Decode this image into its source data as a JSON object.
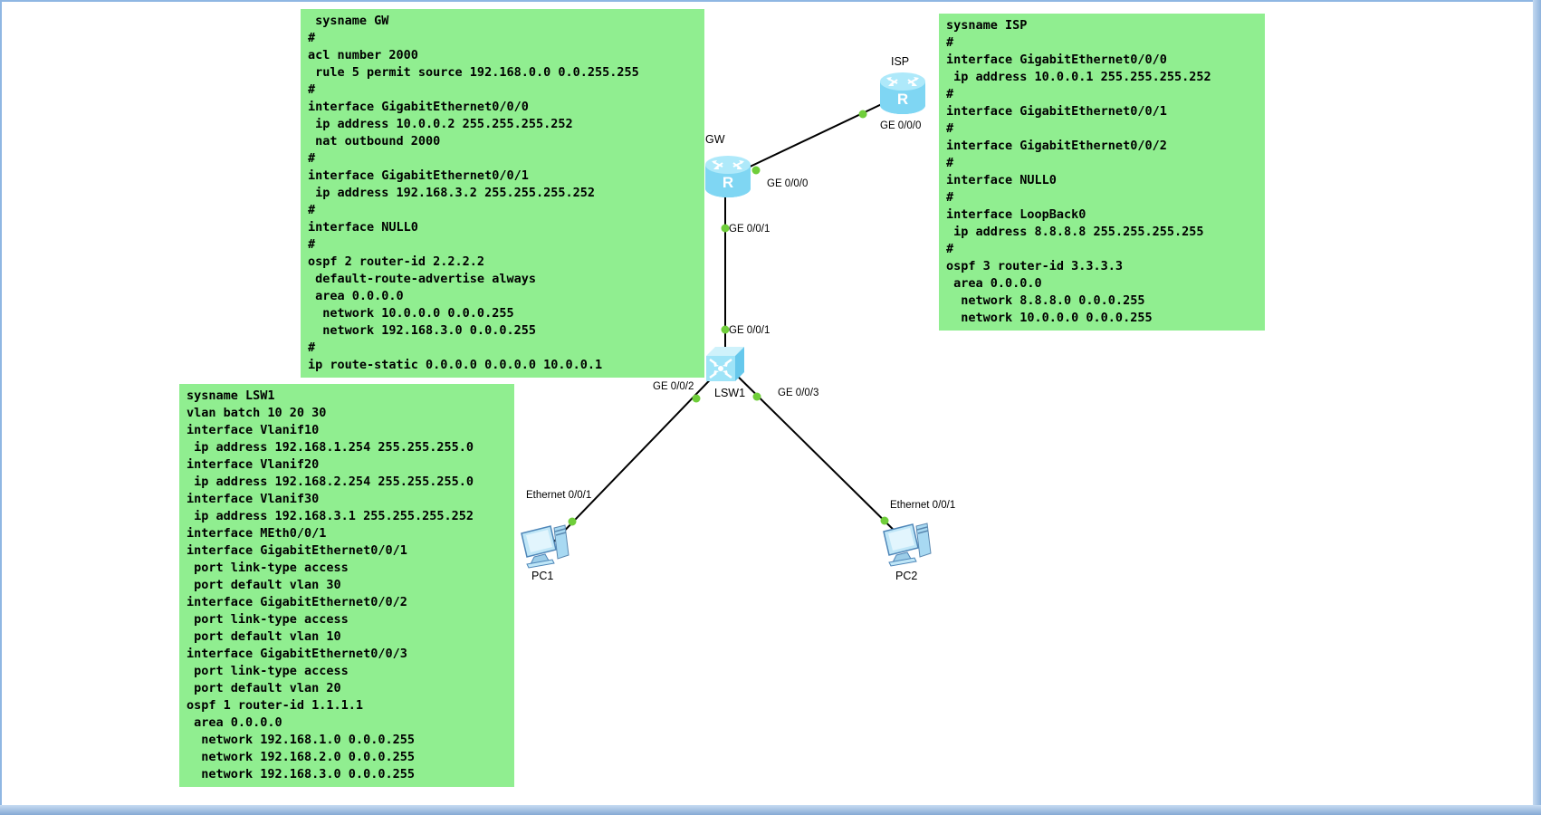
{
  "app": {
    "view": "network-topology-canvas"
  },
  "colors": {
    "note_bg": "#90EE90",
    "link": "#000000",
    "port_dot": "#6FCE3A",
    "device_body": "#8ADAF4",
    "frame_blue": "#8FB7E3"
  },
  "notes": {
    "gw": {
      "lines": [
        " sysname GW",
        "#",
        "acl number 2000",
        " rule 5 permit source 192.168.0.0 0.0.255.255",
        "#",
        "interface GigabitEthernet0/0/0",
        " ip address 10.0.0.2 255.255.255.252",
        " nat outbound 2000",
        "#",
        "interface GigabitEthernet0/0/1",
        " ip address 192.168.3.2 255.255.255.252",
        "#",
        "interface NULL0",
        "#",
        "ospf 2 router-id 2.2.2.2",
        " default-route-advertise always",
        " area 0.0.0.0",
        "  network 10.0.0.0 0.0.0.255",
        "  network 192.168.3.0 0.0.0.255",
        "#",
        "ip route-static 0.0.0.0 0.0.0.0 10.0.0.1"
      ]
    },
    "isp": {
      "lines": [
        "sysname ISP",
        "#",
        "interface GigabitEthernet0/0/0",
        " ip address 10.0.0.1 255.255.255.252",
        "#",
        "interface GigabitEthernet0/0/1",
        "#",
        "interface GigabitEthernet0/0/2",
        "#",
        "interface NULL0",
        "#",
        "interface LoopBack0",
        " ip address 8.8.8.8 255.255.255.255",
        "#",
        "ospf 3 router-id 3.3.3.3",
        " area 0.0.0.0",
        "  network 8.8.8.0 0.0.0.255",
        "  network 10.0.0.0 0.0.0.255"
      ]
    },
    "lsw1": {
      "lines": [
        "sysname LSW1",
        "vlan batch 10 20 30",
        "interface Vlanif10",
        " ip address 192.168.1.254 255.255.255.0",
        "interface Vlanif20",
        " ip address 192.168.2.254 255.255.255.0",
        "interface Vlanif30",
        " ip address 192.168.3.1 255.255.255.252",
        "interface MEth0/0/1",
        "interface GigabitEthernet0/0/1",
        " port link-type access",
        " port default vlan 30",
        "interface GigabitEthernet0/0/2",
        " port link-type access",
        " port default vlan 10",
        "interface GigabitEthernet0/0/3",
        " port link-type access",
        " port default vlan 20",
        "ospf 1 router-id 1.1.1.1",
        " area 0.0.0.0",
        "  network 192.168.1.0 0.0.0.255",
        "  network 192.168.2.0 0.0.0.255",
        "  network 192.168.3.0 0.0.0.255"
      ]
    }
  },
  "devices": {
    "isp": {
      "label": "ISP",
      "type": "router"
    },
    "gw": {
      "label": "GW",
      "type": "router"
    },
    "lsw1": {
      "label": "LSW1",
      "type": "switch"
    },
    "pc1": {
      "label": "PC1",
      "type": "pc"
    },
    "pc2": {
      "label": "PC2",
      "type": "pc"
    }
  },
  "ports": {
    "isp_ge000": "GE 0/0/0",
    "gw_ge000": "GE 0/0/0",
    "gw_ge001": "GE 0/0/1",
    "lsw1_ge001": "GE 0/0/1",
    "lsw1_ge002": "GE 0/0/2",
    "lsw1_ge003": "GE 0/0/3",
    "pc1_eth001": "Ethernet 0/0/1",
    "pc2_eth001": "Ethernet 0/0/1"
  },
  "links": [
    {
      "from": "GW:GE 0/0/0",
      "to": "ISP:GE 0/0/0"
    },
    {
      "from": "GW:GE 0/0/1",
      "to": "LSW1:GE 0/0/1"
    },
    {
      "from": "LSW1:GE 0/0/2",
      "to": "PC1:Ethernet 0/0/1"
    },
    {
      "from": "LSW1:GE 0/0/3",
      "to": "PC2:Ethernet 0/0/1"
    }
  ]
}
